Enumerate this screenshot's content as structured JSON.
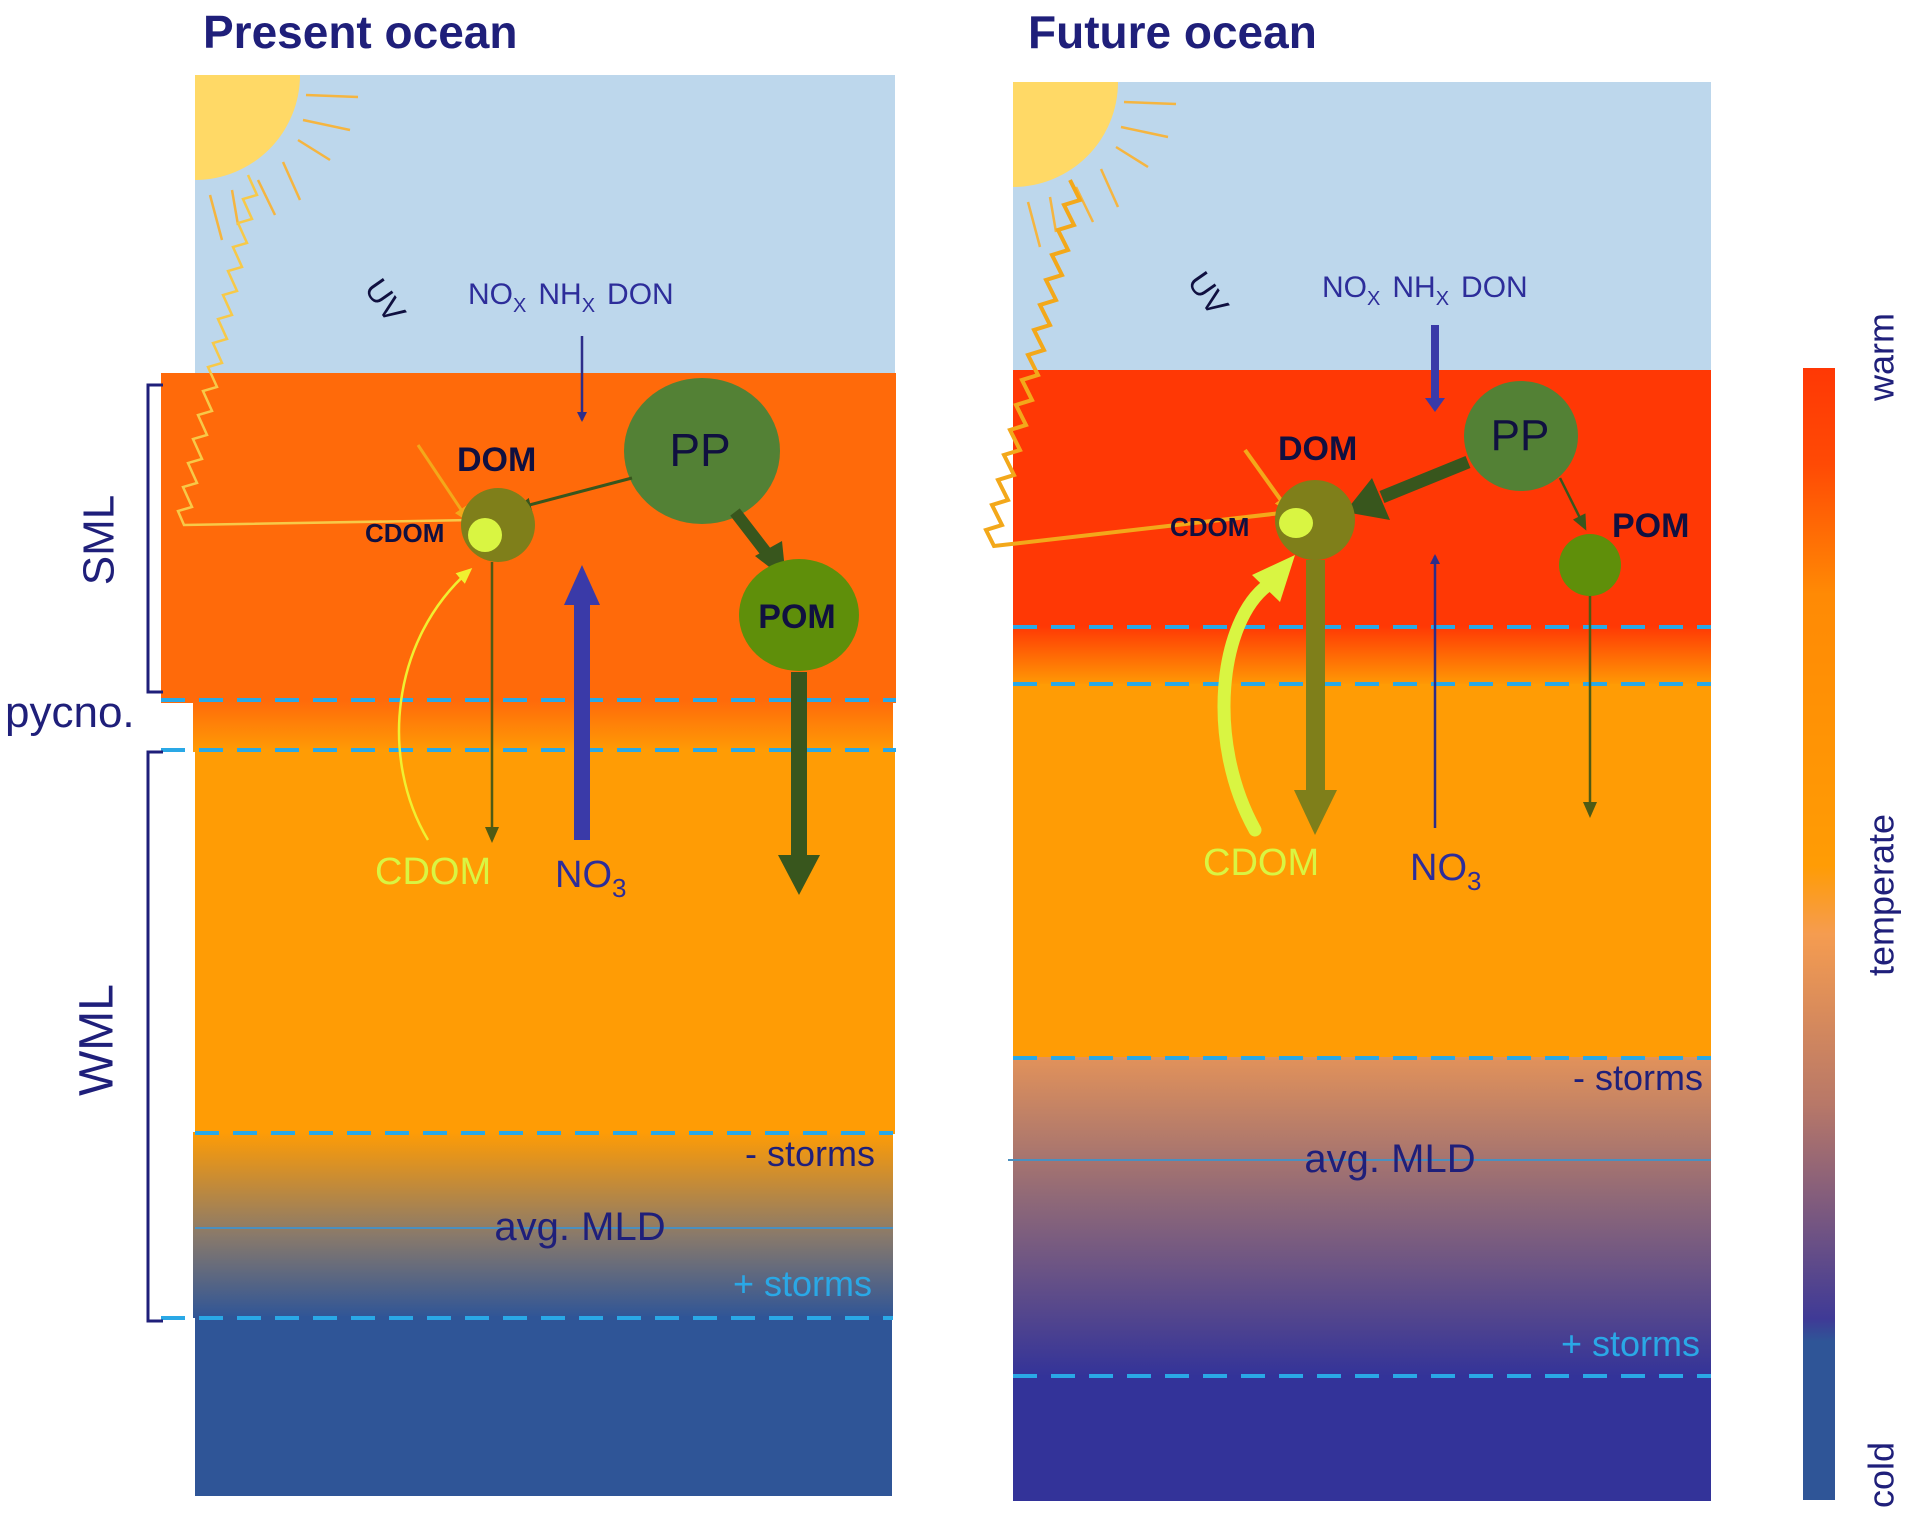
{
  "panels": {
    "present": {
      "title": "Present ocean",
      "uv": "UV",
      "atm_no": "NO",
      "atm_no_sub": "X",
      "atm_nh": "NH",
      "atm_nh_sub": "X",
      "atm_don": "DON",
      "dom": "DOM",
      "cdom_small": "CDOM",
      "pp": "PP",
      "pom": "POM",
      "cdom_deep": "CDOM",
      "no3": "NO",
      "no3_sub": "3",
      "minus_storms": "- storms",
      "avg_mld": "avg. MLD",
      "plus_storms": "+ storms"
    },
    "future": {
      "title": "Future ocean",
      "uv": "UV",
      "atm_no": "NO",
      "atm_no_sub": "X",
      "atm_nh": "NH",
      "atm_nh_sub": "X",
      "atm_don": "DON",
      "dom": "DOM",
      "cdom_small": "CDOM",
      "pp": "PP",
      "pom": "POM",
      "cdom_deep": "CDOM",
      "no3": "NO",
      "no3_sub": "3",
      "minus_storms": "- storms",
      "avg_mld": "avg. MLD",
      "plus_storms": "+ storms"
    }
  },
  "layers": {
    "sml": "SML",
    "pycno": "pycno.",
    "wml": "WML"
  },
  "scale": {
    "warm": "warm",
    "temperate": "temperate",
    "cold": "cold"
  },
  "colors": {
    "sky": "#bdd7ec",
    "sml_present": "#ff6a0a",
    "sml_future": "#ff3805",
    "wml": "#ff9c05",
    "deep_present": "#2f5597",
    "deep_future": "#333399",
    "pp": "#538135",
    "pom": "#5f8f0a",
    "dom": "#7f7f1a",
    "cdom": "#d9f542",
    "no3": "#3a3aa8",
    "label": "#1f1f7a",
    "dashed": "#2aa8e6"
  }
}
